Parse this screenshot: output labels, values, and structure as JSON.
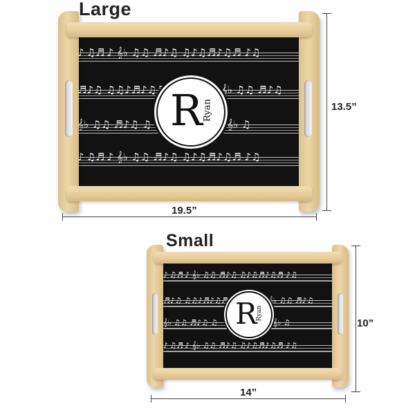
{
  "products": [
    {
      "id": "large",
      "title": "Large",
      "width_label": "19.5”",
      "height_label": "13.5”",
      "monogram": {
        "initial": "R",
        "name": "Ryan"
      },
      "pattern": "sheet-music-notes",
      "colors": {
        "panel": "#121212",
        "wood": "#e6cc9b",
        "notes": "#f0f0f0"
      }
    },
    {
      "id": "small",
      "title": "Small",
      "width_label": "14”",
      "height_label": "10”",
      "monogram": {
        "initial": "R",
        "name": "Ryan"
      },
      "pattern": "sheet-music-notes",
      "colors": {
        "panel": "#121212",
        "wood": "#e6cc9b",
        "notes": "#f0f0f0"
      }
    }
  ],
  "notes_rows": {
    "a": "♪ ♫♬ ♪ 𝄞♭ ♫♫ ♬♪♫ ♫♪♫♬♪♫♬ ♪♫",
    "b": "♬♪♫ ♫♫♪♬♪♫♬             ♬♪♫ 𝄞♭ ♫♫ ♬♪♫",
    "c": "𝄞♭ ♫♫ ♬♪♫ ♫              ♪ ♫♬♪♫ 𝄞♭ ♫",
    "d": "♪ ♫♬ ♪ 𝄞♭ ♫♫ ♬♪♫ ♫♪♫♬♪♫♬ ♪♫"
  }
}
